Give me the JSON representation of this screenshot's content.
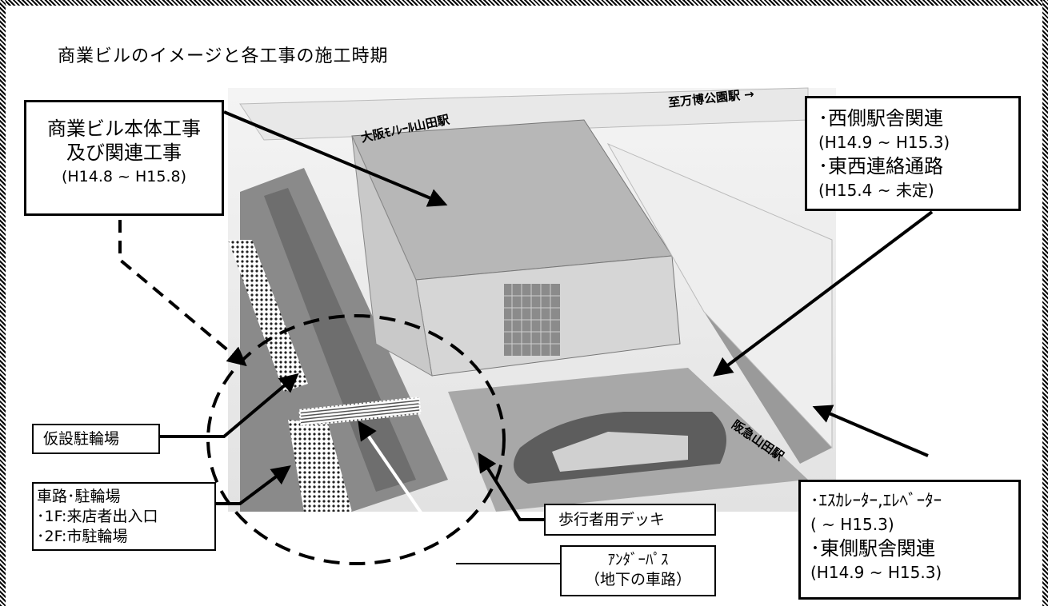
{
  "title": "商業ビルのイメージと各工事の施工時期",
  "boxes": {
    "main_construction": {
      "lines": [
        "商業ビル本体工事",
        "及び関連工事",
        "(H14.8 ~ H15.8)"
      ]
    },
    "west_station": {
      "lines": [
        "･西側駅舎関連",
        " (H14.9 ~ H15.3)",
        "･東西連絡通路",
        " (H15.4 ~ 未定)"
      ]
    },
    "temp_bicycle": {
      "lines": [
        "仮設駐輪場"
      ]
    },
    "road_bicycle": {
      "lines": [
        "車路･駐輪場",
        "･1F:来店者出入口",
        "･2F:市駐輪場"
      ]
    },
    "pedestrian_deck": {
      "lines": [
        "歩行者用デッキ"
      ]
    },
    "underpass": {
      "lines": [
        "ｱﾝﾀﾞｰﾊﾟｽ",
        "（地下の車路）"
      ]
    },
    "east_station": {
      "lines": [
        "･ｴｽｶﾚｰﾀｰ,ｴﾚﾍﾞｰﾀｰ",
        " ( ~ H15.3)",
        "･東側駅舎関連",
        " (H14.9 ~ H15.3)"
      ]
    }
  },
  "photo_labels": {
    "monorail_station": "大阪ﾓﾉﾚｰﾙ山田駅",
    "to_expo_park": "至万博公園駅 →",
    "hankyu_station": "阪急山田駅"
  }
}
